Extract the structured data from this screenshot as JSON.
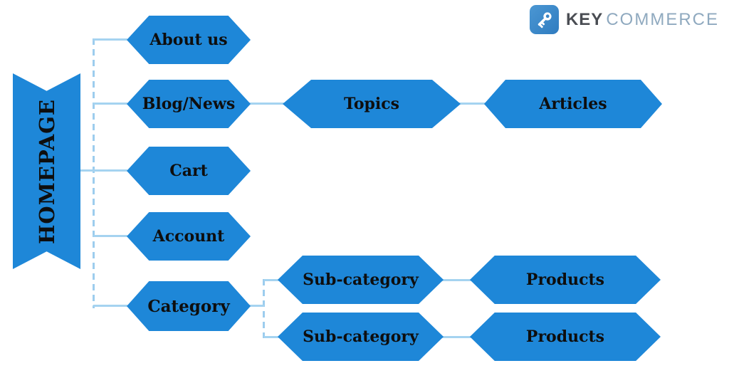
{
  "logo": {
    "brand_bold": "KEY",
    "brand_light": "COMMERCE",
    "icon": "key-icon"
  },
  "nodes": {
    "homepage": "HOMEPAGE",
    "about_us": "About us",
    "blog_news": "Blog/News",
    "cart": "Cart",
    "account": "Account",
    "category": "Category",
    "topics": "Topics",
    "articles": "Articles",
    "sub_category_1": "Sub-category",
    "products_1": "Products",
    "sub_category_2": "Sub-category",
    "products_2": "Products"
  },
  "hierarchy": {
    "root": "HOMEPAGE",
    "children": [
      {
        "label": "About us"
      },
      {
        "label": "Blog/News",
        "children": [
          {
            "label": "Topics",
            "children": [
              {
                "label": "Articles"
              }
            ]
          }
        ]
      },
      {
        "label": "Cart"
      },
      {
        "label": "Account"
      },
      {
        "label": "Category",
        "children": [
          {
            "label": "Sub-category",
            "children": [
              {
                "label": "Products"
              }
            ]
          },
          {
            "label": "Sub-category",
            "children": [
              {
                "label": "Products"
              }
            ]
          }
        ]
      }
    ]
  },
  "colors": {
    "node_fill": "#1e87d8",
    "connector_solid": "#a5d3f0",
    "connector_dashed": "#9dcdee",
    "node_text": "#0e0e0e",
    "logo_badge": "#3b86c7",
    "logo_key_text": "#4a4d53",
    "logo_commerce_text": "#8fa9bf",
    "background": "#ffffff"
  }
}
